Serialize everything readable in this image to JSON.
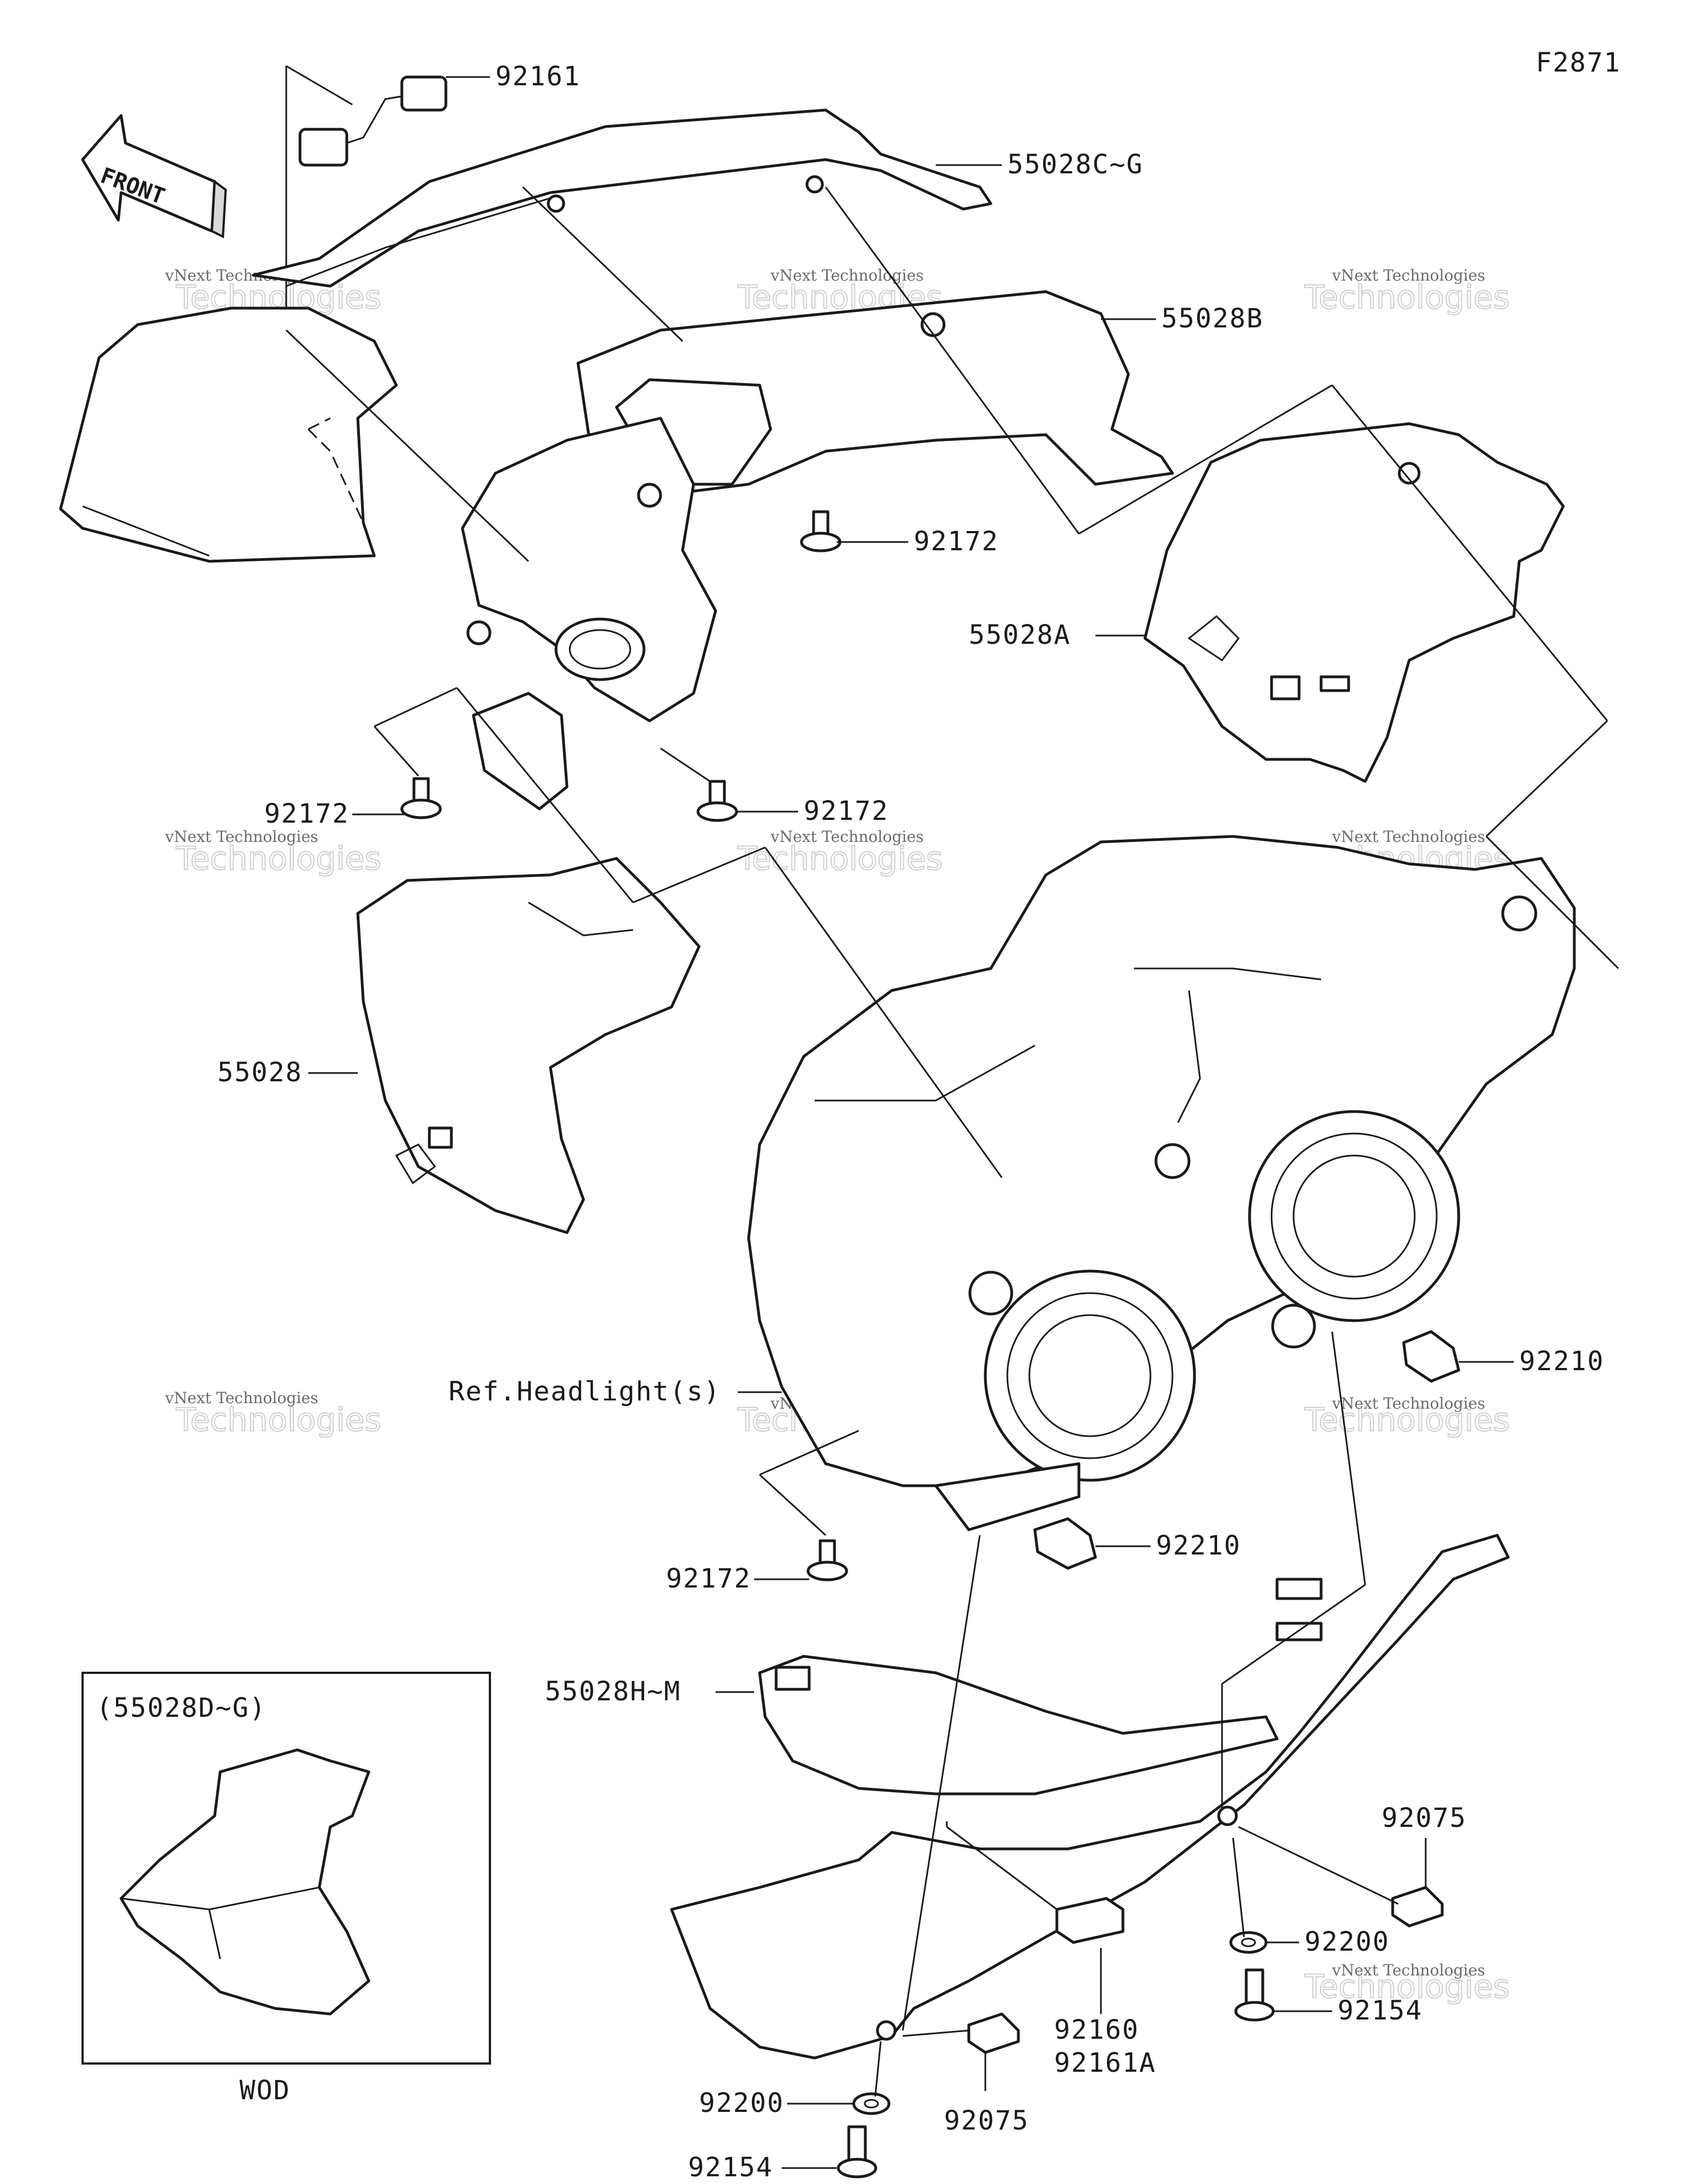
{
  "diagram_code": "F2871",
  "front_arrow": {
    "text": "FRONT"
  },
  "labels": {
    "p92161": "92161",
    "p55028CG": "55028C~G",
    "p55028B": "55028B",
    "p92172_a": "92172",
    "p55028A": "55028A",
    "p92172_b": "92172",
    "p92172_c": "92172",
    "p55028": "55028",
    "ref_headlight": "Ref.Headlight(s)",
    "p92210_a": "92210",
    "p92172_d": "92172",
    "p92210_b": "92210",
    "p55028HM": "55028H~M",
    "p92075_a": "92075",
    "p92200_a": "92200",
    "p92160": "92160",
    "p92161A": "92161A",
    "p92154_a": "92154",
    "p92200_b": "92200",
    "p92075_b": "92075",
    "p92154_b": "92154"
  },
  "inset": {
    "title": "(55028D~G)",
    "caption": "WOD"
  },
  "watermark": {
    "line1": "vNext Technologies",
    "line2": "Technologies"
  },
  "colors": {
    "ink": "#1a1a1a",
    "background": "#ffffff",
    "watermark": "#cfcfcf"
  }
}
